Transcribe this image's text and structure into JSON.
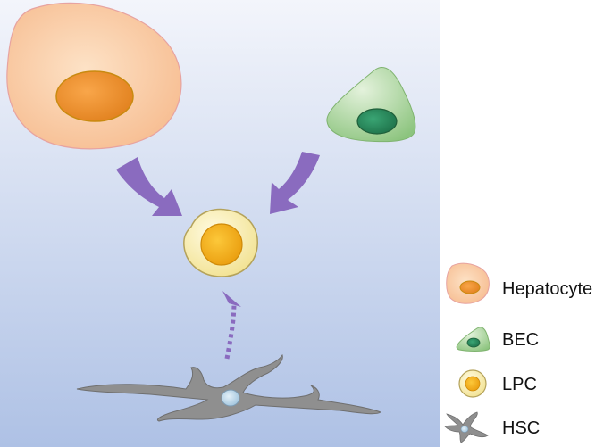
{
  "diagram": {
    "nodes": [
      {
        "id": "hepatocyte",
        "name": "Hepatocyte",
        "color": "#f9c89f",
        "nucleus_color": "#f2922f"
      },
      {
        "id": "bec",
        "name": "BEC",
        "color": "#a6d49a",
        "nucleus_color": "#2f8f5f"
      },
      {
        "id": "lpc",
        "name": "LPC",
        "color": "#fdf3b0",
        "nucleus_color": "#f5b318"
      },
      {
        "id": "hsc",
        "name": "HSC",
        "color": "#8e8e8e",
        "nucleus_color": "#b8d4e6"
      }
    ],
    "edges": [
      {
        "from": "hepatocyte",
        "to": "lpc",
        "style": "solid",
        "color": "#8a6bbf"
      },
      {
        "from": "bec",
        "to": "lpc",
        "style": "solid",
        "color": "#8a6bbf"
      },
      {
        "from": "hsc",
        "to": "lpc",
        "style": "dashed",
        "color": "#8a6bbf"
      }
    ]
  },
  "legend": {
    "items": [
      {
        "label": "Hepatocyte",
        "icon": "hepatocyte-icon"
      },
      {
        "label": "BEC",
        "icon": "bec-icon"
      },
      {
        "label": "LPC",
        "icon": "lpc-icon"
      },
      {
        "label": "HSC",
        "icon": "hsc-icon"
      }
    ]
  },
  "colors": {
    "background_top": "#f2f4fa",
    "background_bottom": "#aec1e5",
    "arrow": "#8a6bbf"
  }
}
